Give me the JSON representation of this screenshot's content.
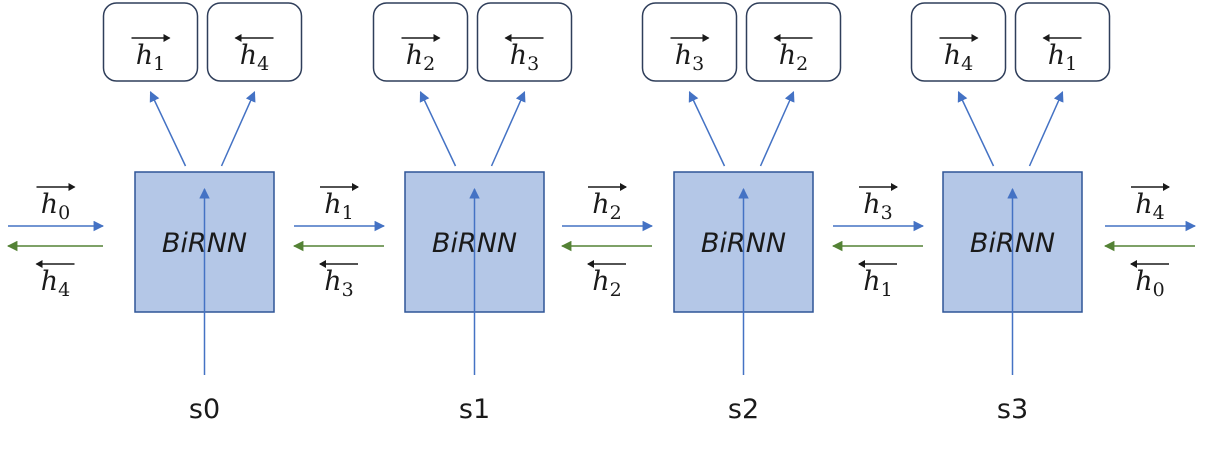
{
  "colors": {
    "cell_fill": "#b4c7e7",
    "cell_stroke": "#2f5597",
    "forward_arrow": "#4472c4",
    "backward_arrow": "#548235",
    "output_box_stroke": "#2f3e5a",
    "text": "#1a1a1a"
  },
  "icons": {
    "forward": "right-arrow-icon",
    "backward": "left-arrow-icon"
  },
  "cells": [
    {
      "label": "BiRNN",
      "input": "s0",
      "outputs": [
        {
          "base": "h",
          "sub": "1",
          "dir": "forward"
        },
        {
          "base": "h",
          "sub": "4",
          "dir": "backward"
        }
      ]
    },
    {
      "label": "BiRNN",
      "input": "s1",
      "outputs": [
        {
          "base": "h",
          "sub": "2",
          "dir": "forward"
        },
        {
          "base": "h",
          "sub": "3",
          "dir": "backward"
        }
      ]
    },
    {
      "label": "BiRNN",
      "input": "s2",
      "outputs": [
        {
          "base": "h",
          "sub": "3",
          "dir": "forward"
        },
        {
          "base": "h",
          "sub": "2",
          "dir": "backward"
        }
      ]
    },
    {
      "label": "BiRNN",
      "input": "s3",
      "outputs": [
        {
          "base": "h",
          "sub": "4",
          "dir": "forward"
        },
        {
          "base": "h",
          "sub": "1",
          "dir": "backward"
        }
      ]
    }
  ],
  "links": [
    {
      "forward": {
        "base": "h",
        "sub": "0",
        "dir": "forward"
      },
      "backward": {
        "base": "h",
        "sub": "4",
        "dir": "backward"
      }
    },
    {
      "forward": {
        "base": "h",
        "sub": "1",
        "dir": "forward"
      },
      "backward": {
        "base": "h",
        "sub": "3",
        "dir": "backward"
      }
    },
    {
      "forward": {
        "base": "h",
        "sub": "2",
        "dir": "forward"
      },
      "backward": {
        "base": "h",
        "sub": "2",
        "dir": "backward"
      }
    },
    {
      "forward": {
        "base": "h",
        "sub": "3",
        "dir": "forward"
      },
      "backward": {
        "base": "h",
        "sub": "1",
        "dir": "backward"
      }
    },
    {
      "forward": {
        "base": "h",
        "sub": "4",
        "dir": "forward"
      },
      "backward": {
        "base": "h",
        "sub": "0",
        "dir": "backward"
      }
    }
  ]
}
